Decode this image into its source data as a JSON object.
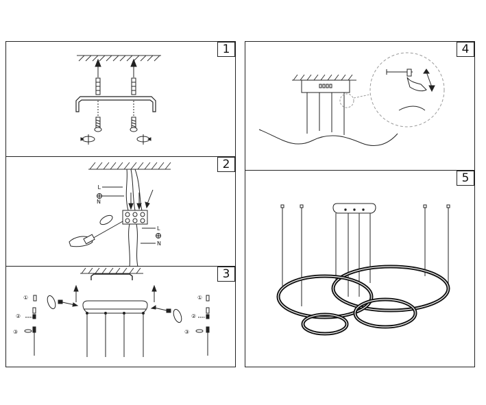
{
  "steps": [
    {
      "number": "1"
    },
    {
      "number": "2"
    },
    {
      "number": "3"
    },
    {
      "number": "4"
    },
    {
      "number": "5"
    }
  ],
  "wiring": {
    "live": "L",
    "neutral": "N"
  },
  "parts": {
    "screw": "①",
    "cable_clamp": "②",
    "end_cap": "③"
  },
  "colors": {
    "line": "#222222",
    "hatch": "#444444",
    "dash": "#999999",
    "ring": "#111111"
  }
}
